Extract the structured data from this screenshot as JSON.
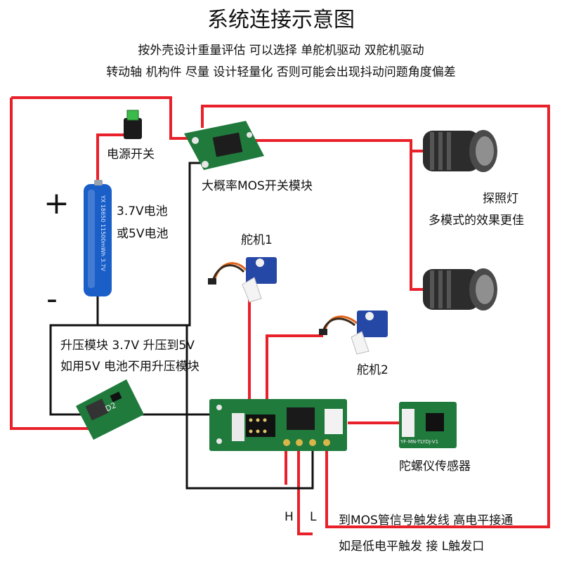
{
  "title": "系统连接示意图",
  "subtitle_1": "按外壳设计重量评估 可以选择 单舵机驱动  双舵机驱动",
  "subtitle_2": "转动轴 机构件 尽量 设计轻量化  否则可能会出现抖动问题角度偏差",
  "labels": {
    "power_switch": "电源开关",
    "mos_module": "大概率MOS开关模块",
    "battery_line_1": "3.7V电池",
    "battery_line_2": "或5V电池",
    "plus": "+",
    "minus": "-",
    "flashlight": "探照灯",
    "flashlight_note": "多模式的效果更佳",
    "servo_1": "舵机1",
    "servo_2": "舵机2",
    "boost_line_1": "升压模块 3.7V 升压到5V",
    "boost_line_2": "如用5V 电池不用升压模块",
    "gyro": "陀螺仪传感器",
    "pin_h": "H",
    "pin_l": "L",
    "trigger_line_1": "到MOS管信号触发线   高电平接通",
    "trigger_line_2": "如是低电平触发  接 L触发口"
  },
  "component_text": {
    "battery_print": "YX 18650  11500mWh  3.7V",
    "gyro_print": "YF-MN-TLYDJ-V1",
    "boost_print": "D2"
  },
  "colors": {
    "wire_red": "#e8202a",
    "wire_black": "#111111",
    "pcb_green": "#1f7a3c",
    "battery_blue": "#1a5fc8",
    "servo_blue": "#2547a6"
  }
}
